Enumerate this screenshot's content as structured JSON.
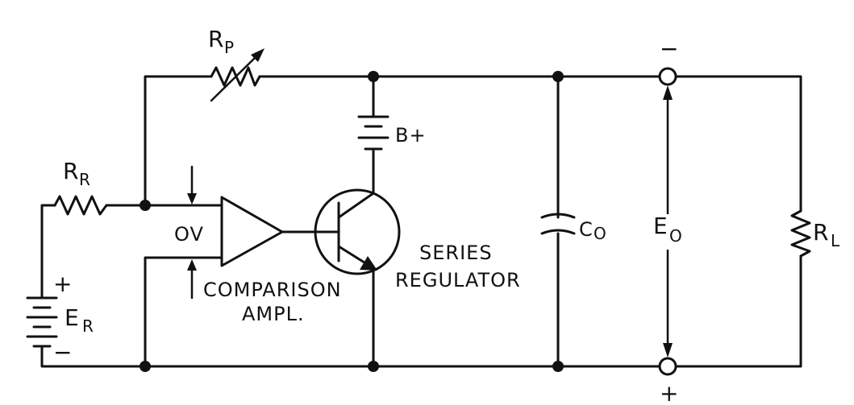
{
  "labels": {
    "rp_main": "R",
    "rp_sub": "P",
    "rr_main": "R",
    "rr_sub": "R",
    "er_main": "E",
    "er_sub": "R",
    "er_plus": "+",
    "er_minus": "−",
    "bplus": "B+",
    "ov": "OV",
    "comparison_line1": "COMPARISON",
    "comparison_line2": "AMPL.",
    "series_line1": "SERIES",
    "series_line2": "REGULATOR",
    "co_main": "C",
    "co_sub": "O",
    "eo_main": "E",
    "eo_sub": "O",
    "rl_main": "R",
    "rl_sub": "L",
    "out_minus": "−",
    "out_plus": "+"
  }
}
